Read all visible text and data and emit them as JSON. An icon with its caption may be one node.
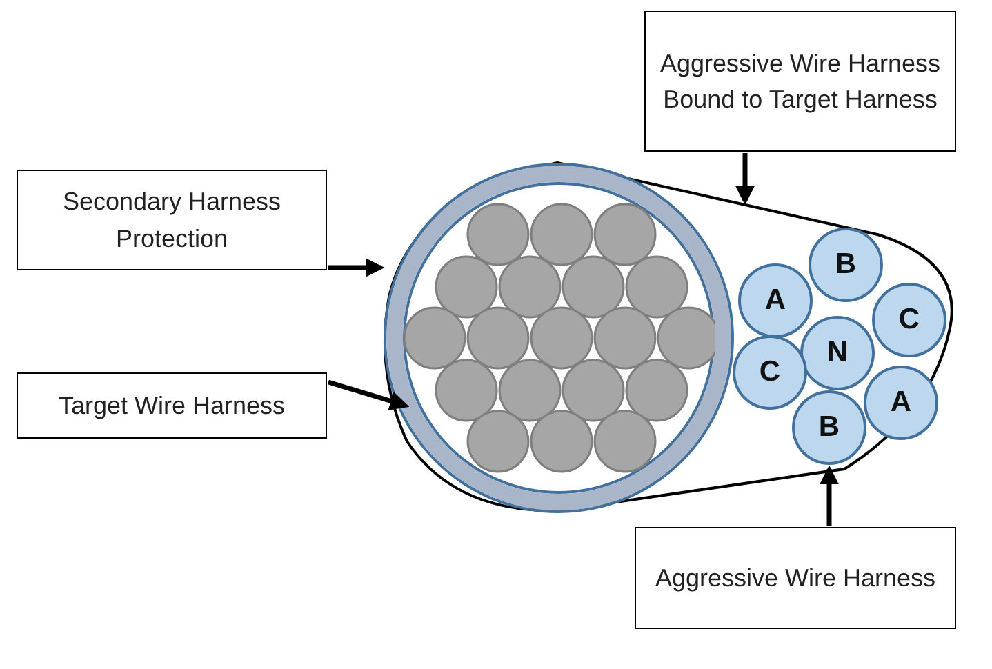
{
  "diagram": {
    "nodes": [
      {
        "text": [
          "Aggressive Wire Harness Bound to Target Harness"
        ]
      },
      {
        "text": [
          "Secondary Harness Protection"
        ]
      },
      {
        "text": [
          "Target Wire Harness"
        ]
      },
      {
        "text": [
          "Aggressive Wire Harness"
        ]
      },
      {
        "text": [],
        "shape": "outline"
      },
      {
        "text": [],
        "shape": "circle",
        "in": 4
      },
      {
        "text": [],
        "shape": "circle",
        "in": 5
      },
      {
        "text": [
          "B"
        ],
        "in": 4
      },
      {
        "text": [
          "A"
        ],
        "in": 4
      },
      {
        "text": [
          "C"
        ],
        "in": 4
      },
      {
        "text": [
          "N"
        ],
        "in": 4
      },
      {
        "text": [
          "C"
        ],
        "in": 4
      },
      {
        "text": [
          "A"
        ],
        "in": 4
      },
      {
        "text": [
          "B"
        ],
        "in": 4
      }
    ],
    "edges": [
      {
        "from": 0,
        "to": 4,
        "arrow": "to"
      },
      {
        "from": 1,
        "to": 5,
        "arrow": "to"
      },
      {
        "from": 2,
        "to": 6,
        "arrow": "to"
      },
      {
        "from": 3,
        "to": 13,
        "arrow": "to"
      }
    ]
  }
}
